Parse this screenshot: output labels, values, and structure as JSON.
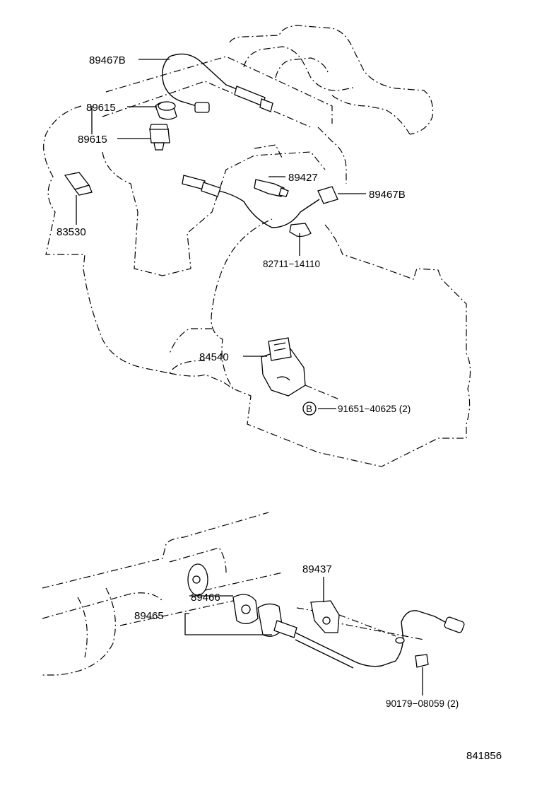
{
  "parts": {
    "p89467B_top": "89467B",
    "p89615_a": "89615",
    "p89615_b": "89615",
    "p83530": "83530",
    "p89427": "89427",
    "p89467B_right": "89467B",
    "p82711": "82711−14110",
    "p84540": "84540",
    "p91651": "91651−40625 (2)",
    "p91651_ref": "B",
    "p89437": "89437",
    "p89466": "89466",
    "p89465": "89465",
    "p90179": "90179−08059 (2)"
  },
  "diagram_id": "841856"
}
